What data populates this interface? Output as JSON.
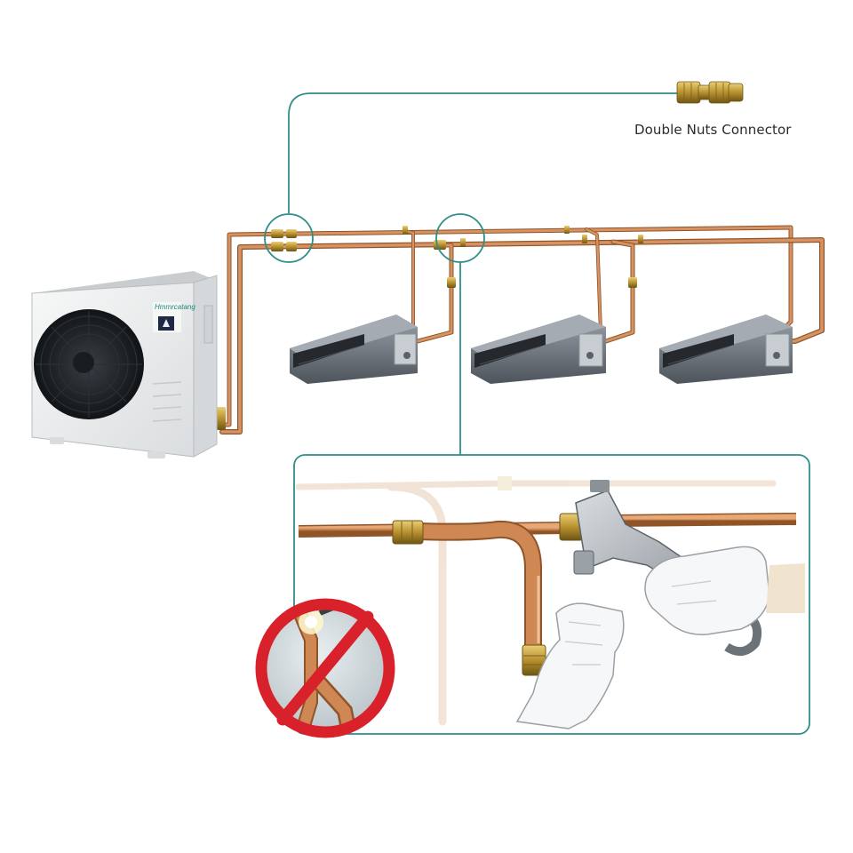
{
  "connector_label": "Double Nuts Connector",
  "outdoor_unit": {
    "brand_text": "Hmmrcatang"
  },
  "colors": {
    "callout_line": "#2f8f88",
    "copper": "#c8834e",
    "copper_dark": "#a0602e",
    "brass": "#b8912f",
    "unit_body": "#eef0f1",
    "indoor_unit": "#6b7178",
    "prohibition_red": "#d9212c"
  },
  "indoor_units": [
    "indoor-unit-1",
    "indoor-unit-2",
    "indoor-unit-3"
  ]
}
